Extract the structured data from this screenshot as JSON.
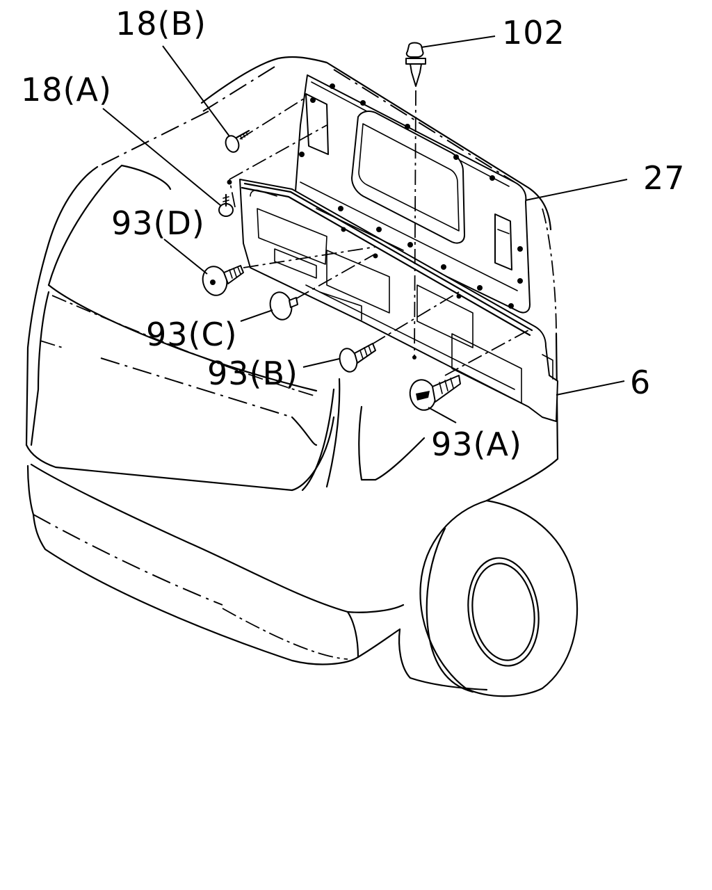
{
  "diagram": {
    "callouts": {
      "p18b": "18(B)",
      "p18a": "18(A)",
      "p102": "102",
      "p27": "27",
      "p93d": "93(D)",
      "p93c": "93(C)",
      "p93b": "93(B)",
      "p6": "6",
      "p93a": "93(A)"
    }
  }
}
